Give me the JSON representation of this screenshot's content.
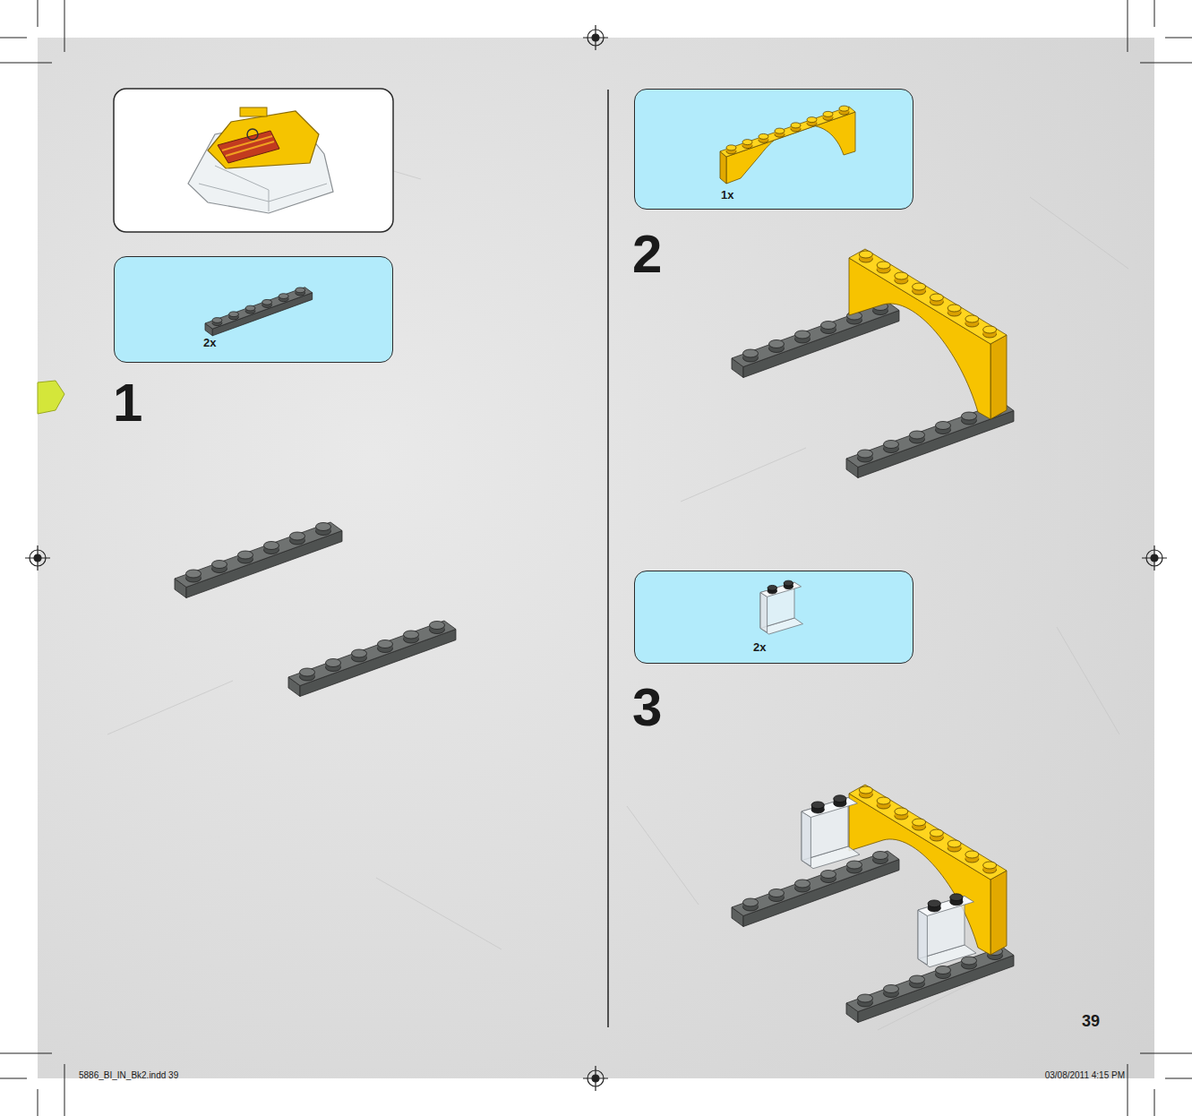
{
  "diagram": {
    "nodes": [
      {
        "text": [
          "2x"
        ]
      },
      {
        "text": [
          "1x"
        ]
      },
      {
        "text": [
          "2x"
        ]
      }
    ],
    "labels": [
      "1",
      "2",
      "3",
      "39",
      "5886_BI_IN_Bk2.indd 39",
      "03/08/2011 4:15 PM"
    ]
  }
}
